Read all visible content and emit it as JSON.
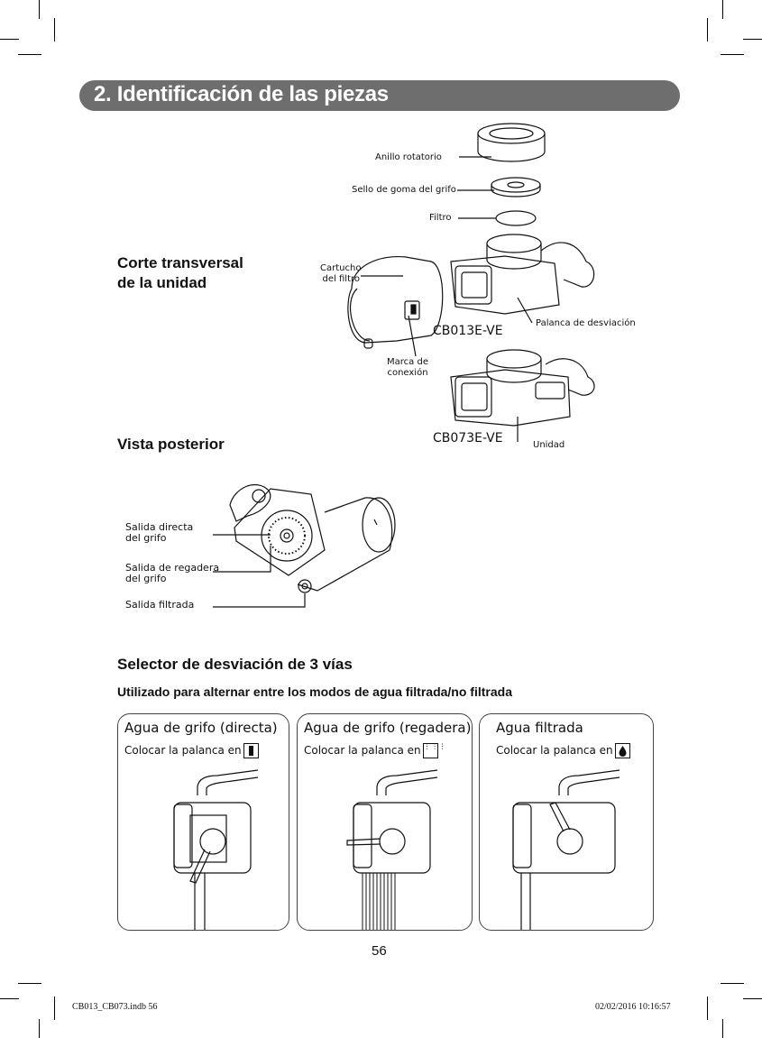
{
  "section_title": "2. Identificación de las piezas",
  "headings": {
    "cross_section": [
      "Corte transversal",
      "de la unidad"
    ],
    "rear_view": "Vista posterior",
    "selector": "Selector de desviación de 3 vías",
    "selector_sub": "Utilizado para alternar entre los modos de agua filtrada/no filtrada"
  },
  "parts": {
    "rotating_ring": "Anillo rotatorio",
    "rubber_seal": "Sello de goma del grifo",
    "filter": "Filtro",
    "cartridge": [
      "Cartucho",
      "del filtro"
    ],
    "connection_mark": [
      "Marca de",
      "conexión"
    ],
    "diverter_lever": "Palanca de desviación",
    "unit": "Unidad",
    "model_a": "CB013E-VE",
    "model_b": "CB073E-VE"
  },
  "rear": {
    "direct_outlet": [
      "Salida directa",
      "del grifo"
    ],
    "shower_outlet": [
      "Salida de regadera",
      "del grifo"
    ],
    "filtered_outlet": "Salida filtrada"
  },
  "modes": [
    {
      "title": "Agua de grifo (directa)",
      "instruction": "Colocar la palanca en",
      "symbol": "bar-icon"
    },
    {
      "title": "Agua de grifo (regadera)",
      "instruction": "Colocar la palanca en",
      "symbol": "dots-icon"
    },
    {
      "title": "Agua filtrada",
      "instruction": "Colocar la palanca en",
      "symbol": "drop-icon"
    }
  ],
  "page_number": "56",
  "footer": {
    "file": "CB013_CB073.indb   56",
    "timestamp": "02/02/2016   10:16:57"
  }
}
